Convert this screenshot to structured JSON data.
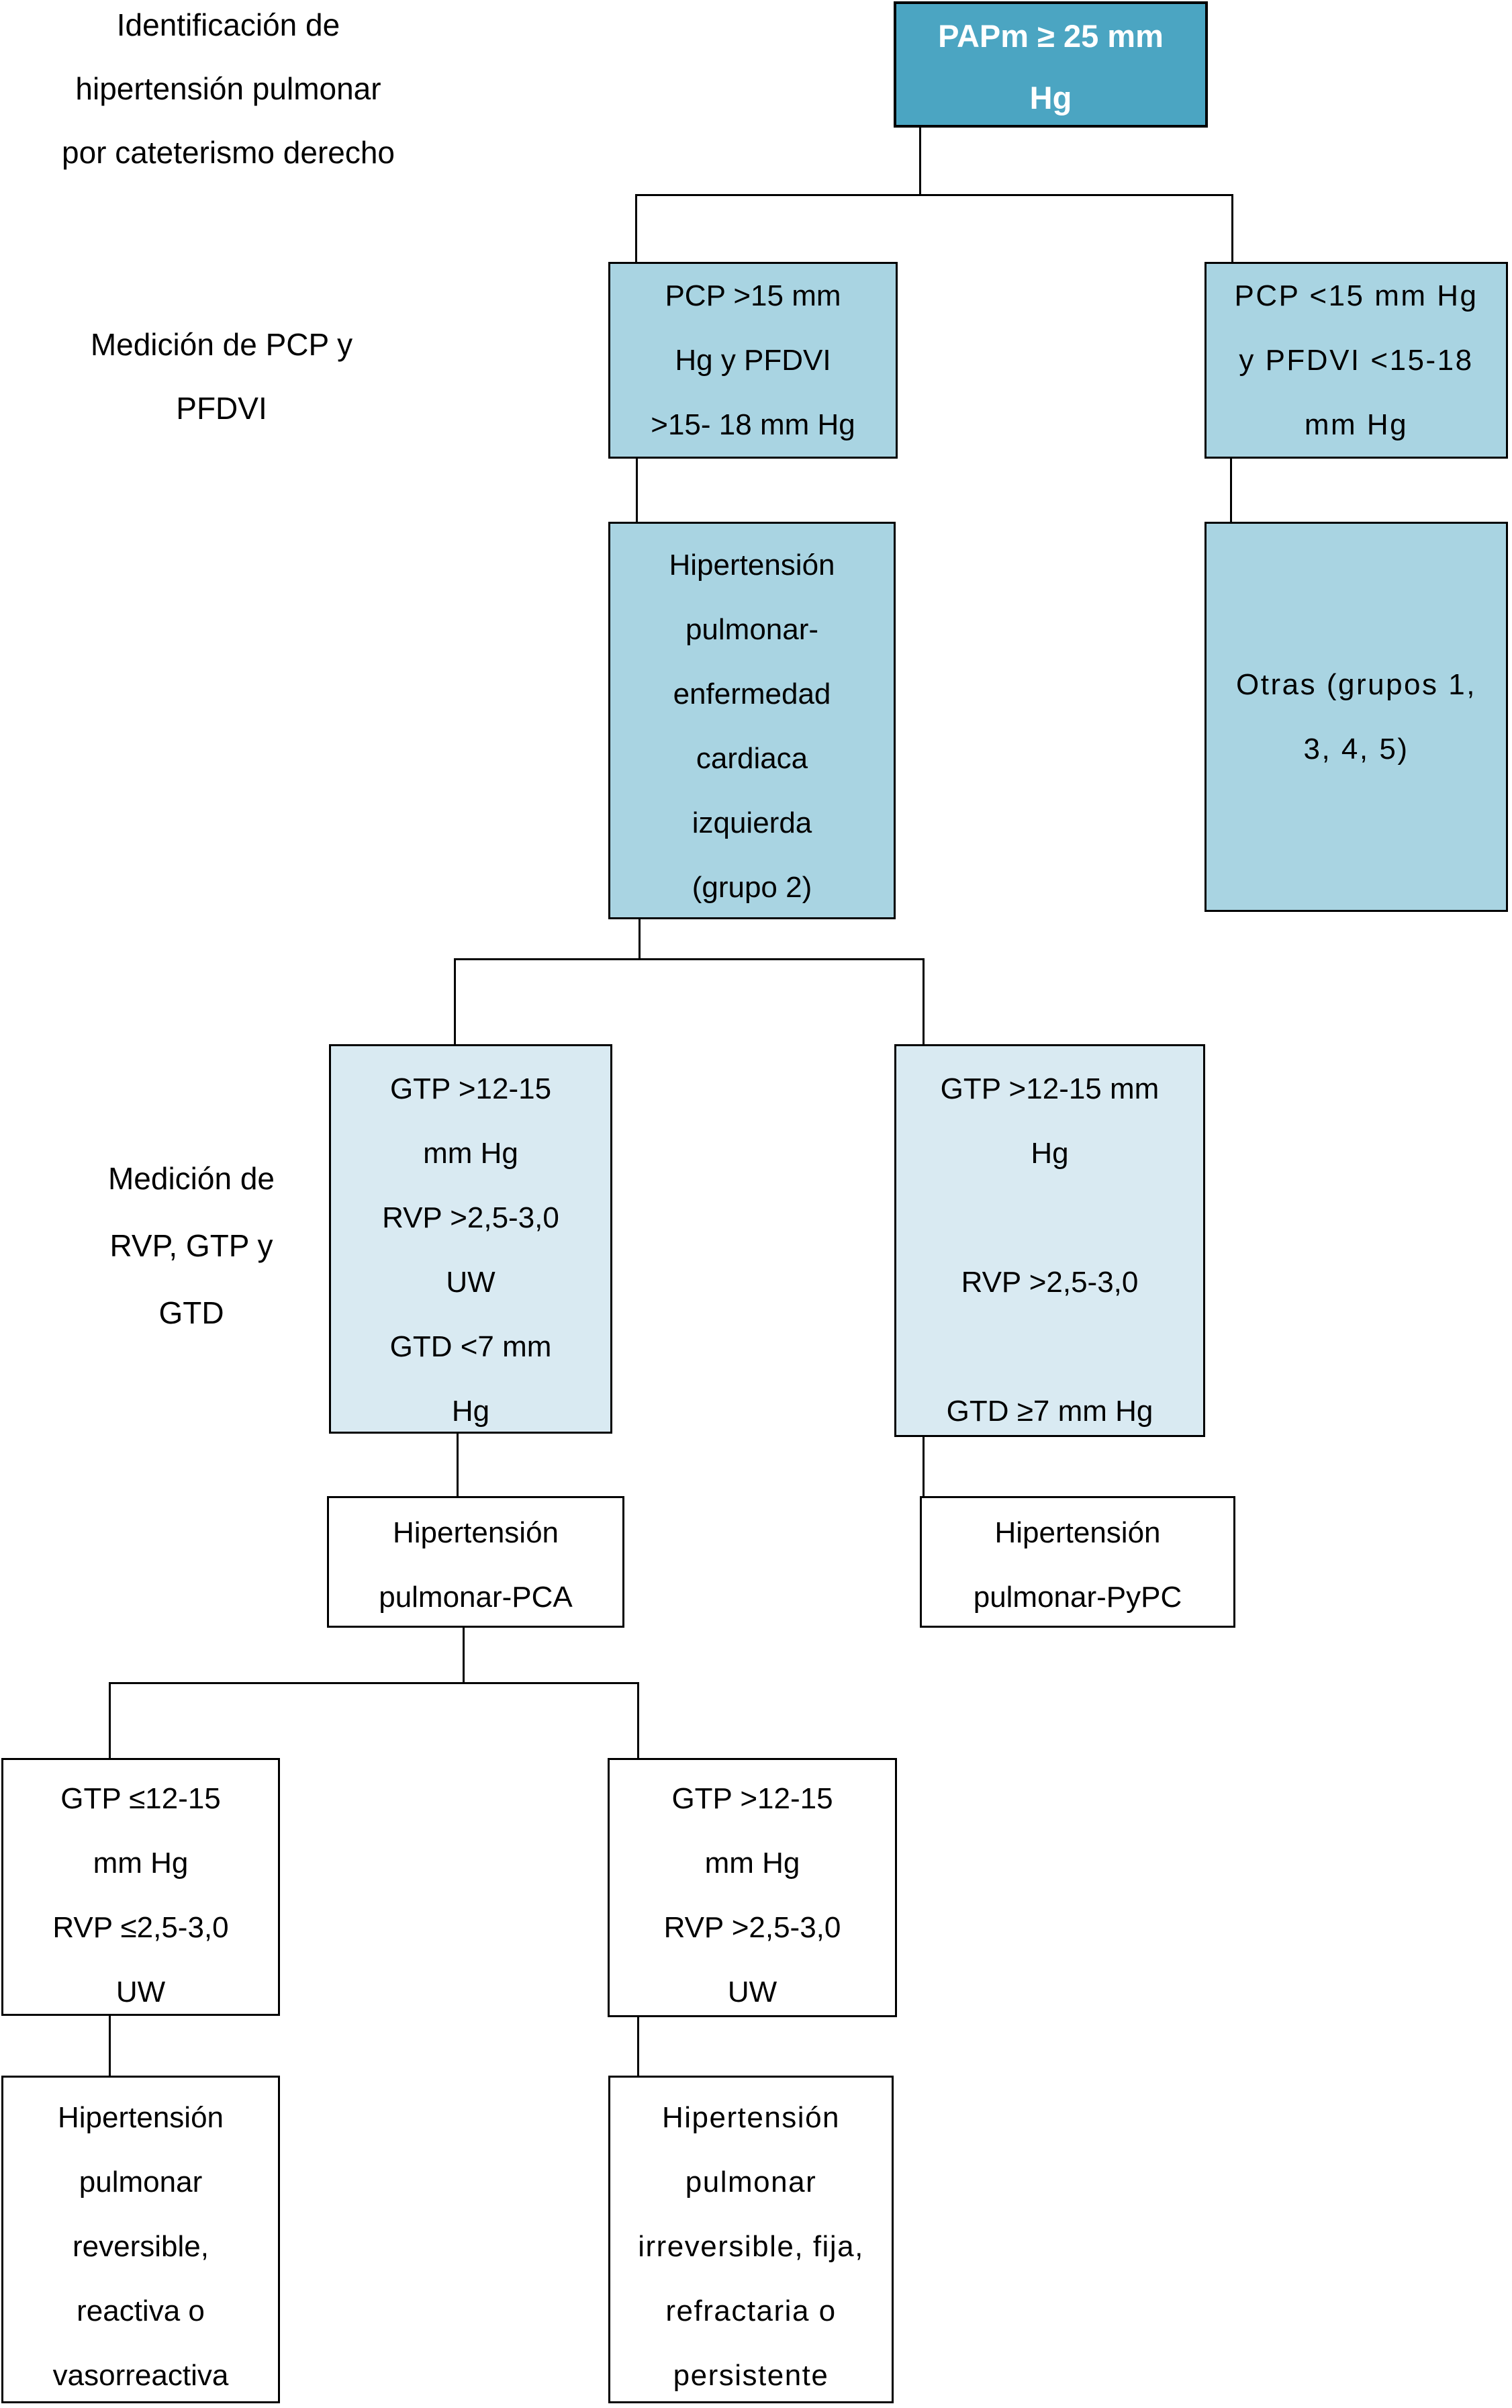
{
  "title": "Identificación de hipertensión pulmonar por cateterismo derecho",
  "labels": {
    "identificacion": {
      "lines": [
        "Identificación de",
        "hipertensión pulmonar",
        "por cateterismo derecho"
      ]
    },
    "medicion_pcp": {
      "lines": [
        "Medición de PCP y",
        "PFDVI"
      ]
    },
    "medicion_rvp": {
      "lines": [
        "Medición de",
        "RVP, GTP y",
        "GTD"
      ]
    }
  },
  "nodes": {
    "papm": {
      "lines": [
        "PAPm ≥ 25 mm",
        "Hg"
      ]
    },
    "pcp_alto": {
      "lines": [
        "PCP >15 mm",
        "Hg y PFDVI",
        ">15- 18 mm Hg"
      ]
    },
    "pcp_bajo": {
      "lines": [
        "PCP <15 mm Hg",
        "y PFDVI <15-18",
        "mm Hg"
      ]
    },
    "hp_cardiaca_izquierda": {
      "lines": [
        "Hipertensión",
        "pulmonar-",
        "enfermedad",
        "cardiaca",
        "izquierda",
        "(grupo 2)"
      ]
    },
    "otras": {
      "lines": [
        "Otras (grupos 1,",
        "3, 4, 5)"
      ]
    },
    "gtp_alto_gtd_bajo": {
      "lines": [
        "GTP >12-15",
        "mm Hg",
        "RVP >2,5-3,0",
        "UW",
        "GTD <7 mm",
        "Hg"
      ]
    },
    "gtp_alto_gtd_alto": {
      "lines": [
        "GTP >12-15 mm",
        "Hg",
        "",
        "RVP >2,5-3,0",
        "",
        "GTD ≥7 mm Hg"
      ]
    },
    "hp_pca": {
      "lines": [
        "Hipertensión",
        "pulmonar-PCA"
      ]
    },
    "hp_pypc": {
      "lines": [
        "Hipertensión",
        "pulmonar-PyPC"
      ]
    },
    "gtp_rvp_bajo": {
      "lines": [
        "GTP ≤12-15",
        "mm Hg",
        "RVP ≤2,5-3,0",
        "UW"
      ]
    },
    "gtp_rvp_alto": {
      "lines": [
        "GTP >12-15",
        "mm Hg",
        "RVP >2,5-3,0",
        "UW"
      ]
    },
    "hp_reversible": {
      "lines": [
        "Hipertensión",
        "pulmonar",
        "reversible,",
        "reactiva o",
        "vasorreactiva"
      ]
    },
    "hp_irreversible": {
      "lines": [
        "Hipertensión",
        "pulmonar",
        "irreversible, fija,",
        "refractaria o",
        "persistente"
      ]
    }
  },
  "colors": {
    "node_primary": "#4BA5C2",
    "node_secondary": "#A9D4E2",
    "node_tertiary": "#D9EAF2",
    "line": "#000000",
    "text": "#000000",
    "text_inverse": "#FFFFFF"
  }
}
